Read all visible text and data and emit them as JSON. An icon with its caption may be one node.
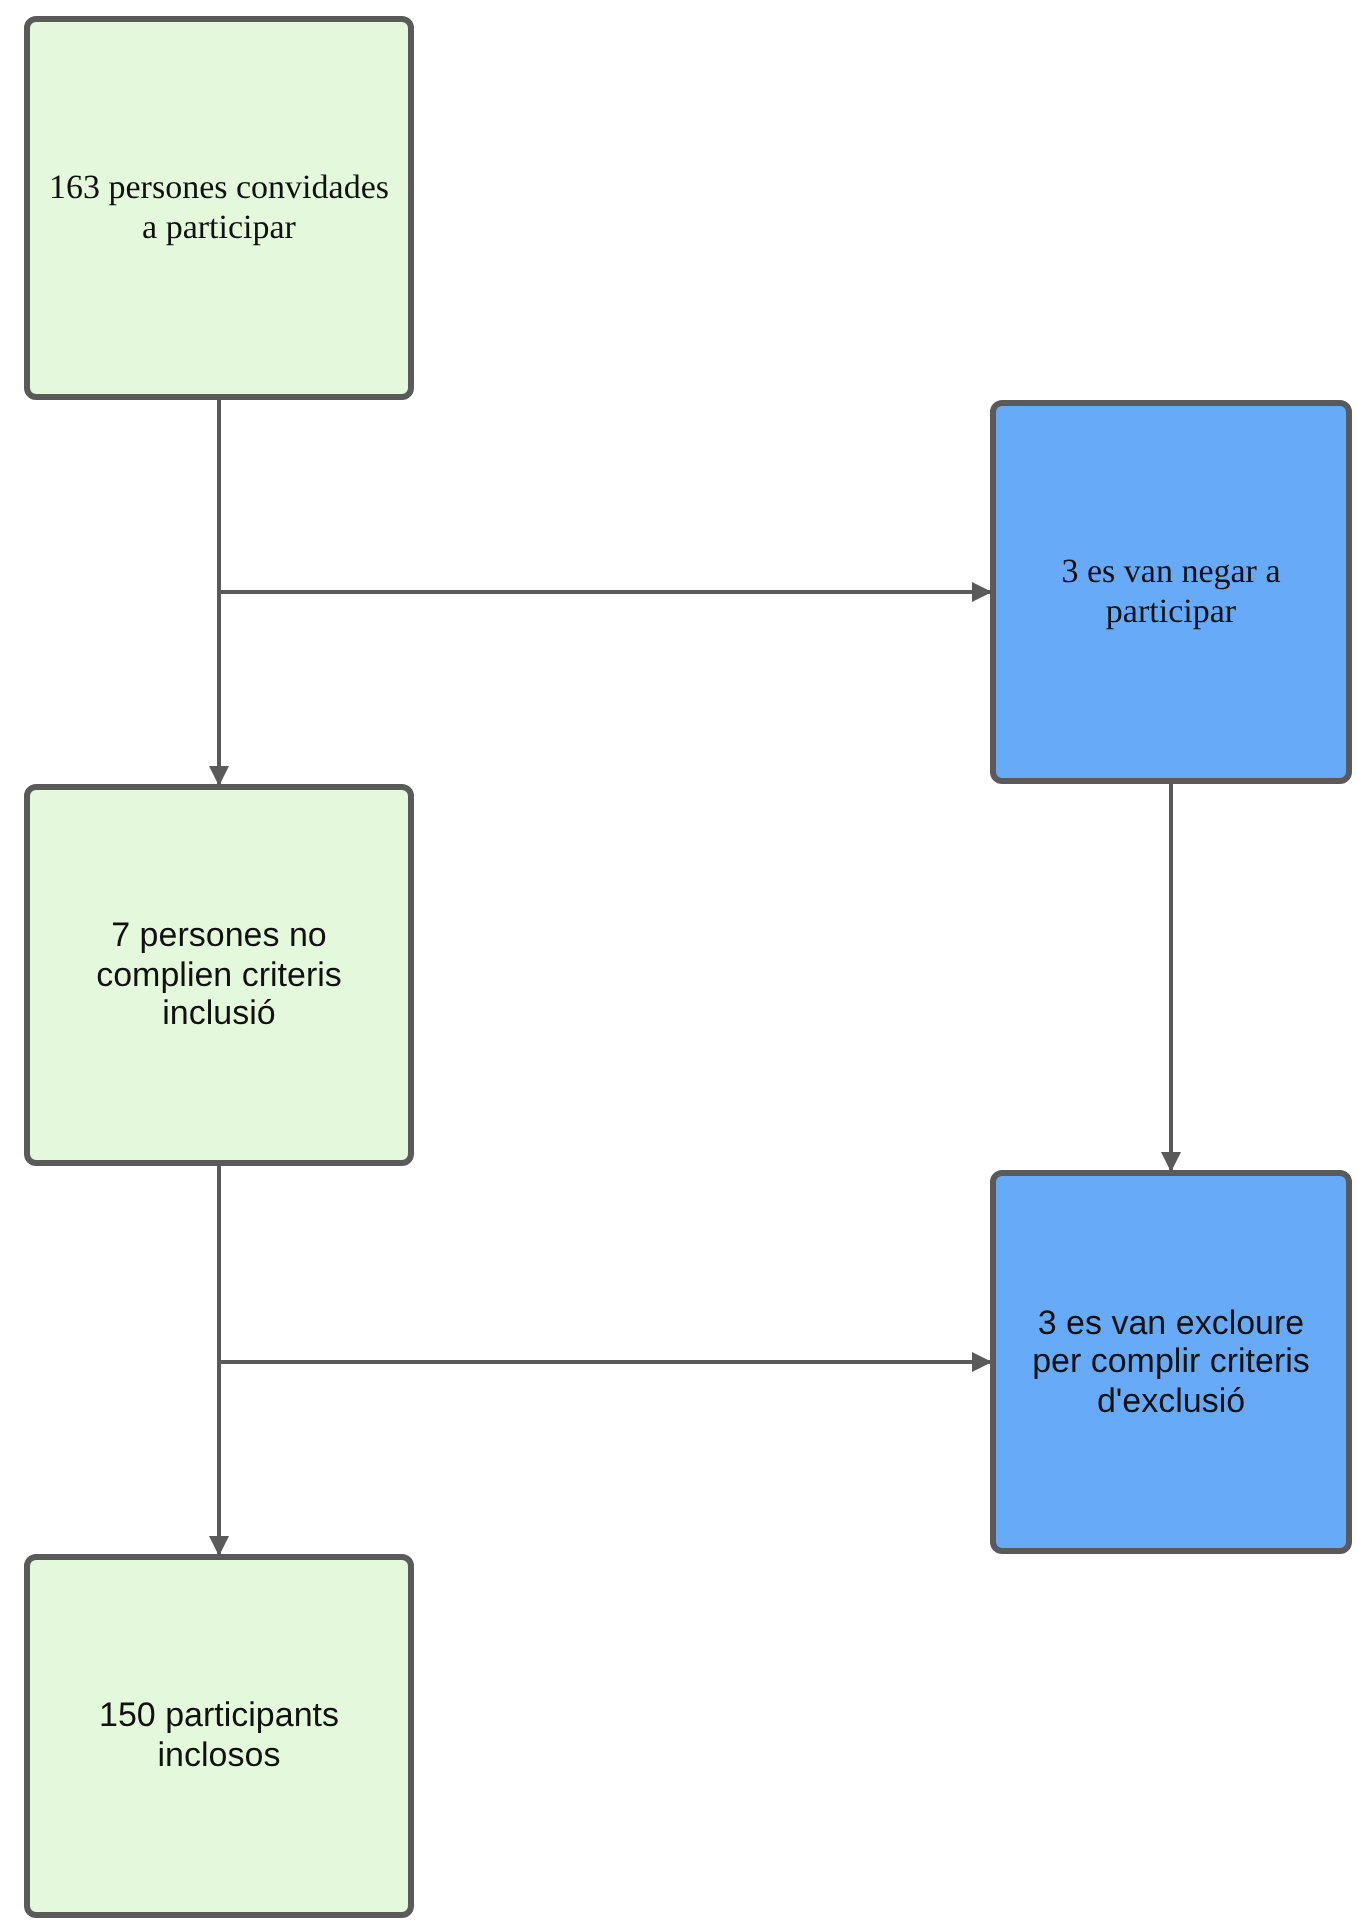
{
  "diagram": {
    "nodes": [
      {
        "text": [
          "163 persones convidades a participar"
        ]
      },
      {
        "text": [
          "3 es van negar a participar"
        ]
      },
      {
        "text": [
          "7 persones no complien criteris inclusió"
        ]
      },
      {
        "text": [
          "3 es van excloure per complir criteris d'exclusió"
        ]
      },
      {
        "text": [
          "150 participants inclosos"
        ]
      }
    ],
    "edges": [
      {
        "from": 0,
        "to": 2,
        "arrow": "to"
      },
      {
        "from": 0,
        "to": 1,
        "arrow": "to"
      },
      {
        "from": 1,
        "to": 3,
        "arrow": "to"
      },
      {
        "from": 2,
        "to": 4,
        "arrow": "to"
      },
      {
        "from": 2,
        "to": 3,
        "arrow": "to"
      }
    ]
  }
}
